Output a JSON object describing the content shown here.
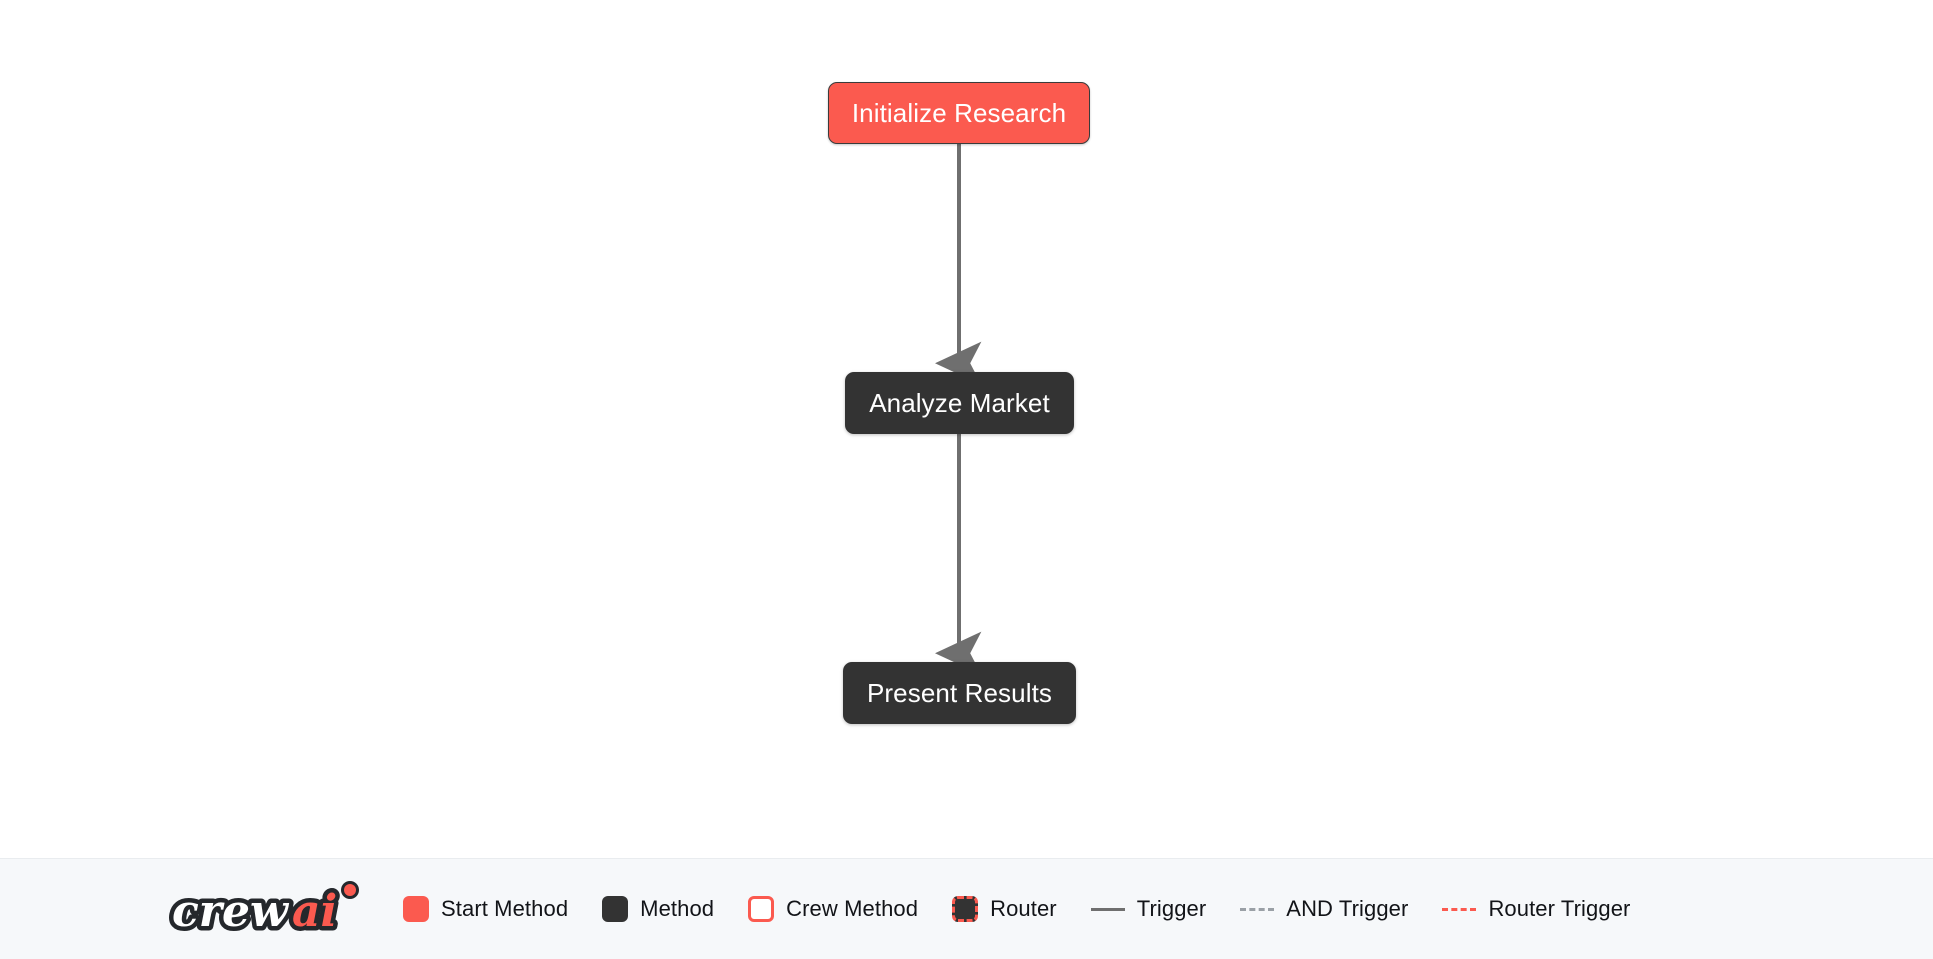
{
  "colors": {
    "start_method": "#fb5a4f",
    "method": "#333333",
    "crew_method_border": "#fb5a4f",
    "router_border": "#fb5a4f",
    "trigger_line": "#6f6f6f",
    "and_trigger_line": "#9aa0a6",
    "router_trigger_line": "#fb5a4f",
    "canvas_background": "#ffffff",
    "legend_background": "#f6f8fa",
    "node_text": "#ffffff",
    "legend_text": "#121418"
  },
  "flow": {
    "nodes": [
      {
        "id": "initialize-research",
        "label": "Initialize Research",
        "type": "start-method"
      },
      {
        "id": "analyze-market",
        "label": "Analyze Market",
        "type": "method"
      },
      {
        "id": "present-results",
        "label": "Present Results",
        "type": "method"
      }
    ],
    "edges": [
      {
        "from": "initialize-research",
        "to": "analyze-market",
        "type": "trigger"
      },
      {
        "from": "analyze-market",
        "to": "present-results",
        "type": "trigger"
      }
    ]
  },
  "legend": {
    "logo_text_primary": "crew",
    "logo_text_accent": "ai",
    "items": [
      {
        "key": "start-method",
        "label": "Start Method",
        "swatch": "solid-red-box"
      },
      {
        "key": "method",
        "label": "Method",
        "swatch": "solid-dark-box"
      },
      {
        "key": "crew-method",
        "label": "Crew Method",
        "swatch": "outlined-red-box"
      },
      {
        "key": "router",
        "label": "Router",
        "swatch": "dashed-red-dark-box"
      },
      {
        "key": "trigger",
        "label": "Trigger",
        "swatch": "solid-gray-line"
      },
      {
        "key": "and-trigger",
        "label": "AND Trigger",
        "swatch": "dashed-gray-line"
      },
      {
        "key": "router-trigger",
        "label": "Router Trigger",
        "swatch": "dashed-red-line"
      }
    ]
  }
}
